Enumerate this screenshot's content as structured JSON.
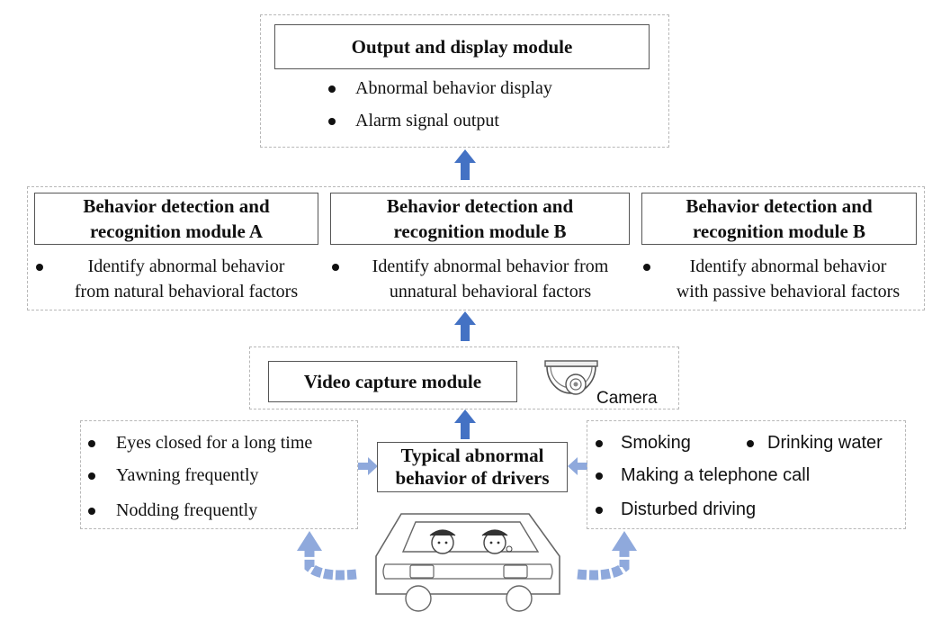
{
  "output_module": {
    "title": "Output and display module",
    "bullets": [
      "Abnormal behavior display",
      "Alarm signal output"
    ]
  },
  "detection_modules": [
    {
      "title_line1": "Behavior detection and",
      "title_line2": "recognition module A",
      "desc_line1": "Identify abnormal behavior",
      "desc_line2": "from natural behavioral factors"
    },
    {
      "title_line1": "Behavior detection and",
      "title_line2": "recognition module B",
      "desc_line1": "Identify abnormal behavior from",
      "desc_line2": "unnatural behavioral factors"
    },
    {
      "title_line1": "Behavior detection and",
      "title_line2": "recognition module B",
      "desc_line1": "Identify abnormal behavior",
      "desc_line2": "with passive behavioral factors"
    }
  ],
  "video_module": {
    "title": "Video capture module",
    "camera_label": "Camera"
  },
  "typical": {
    "line1": "Typical abnormal",
    "line2": "behavior of drivers"
  },
  "left_behaviors": [
    "Eyes closed for a long time",
    "Yawning frequently",
    "Nodding frequently"
  ],
  "right_behaviors": {
    "smoking": "Smoking",
    "drinking": "Drinking water",
    "call": "Making a telephone call",
    "disturbed": "Disturbed driving"
  },
  "colors": {
    "arrow": "#4472c4",
    "arrow_light": "#8fa9dc",
    "dashed_border": "#b8b8b8",
    "box_border": "#555555"
  }
}
